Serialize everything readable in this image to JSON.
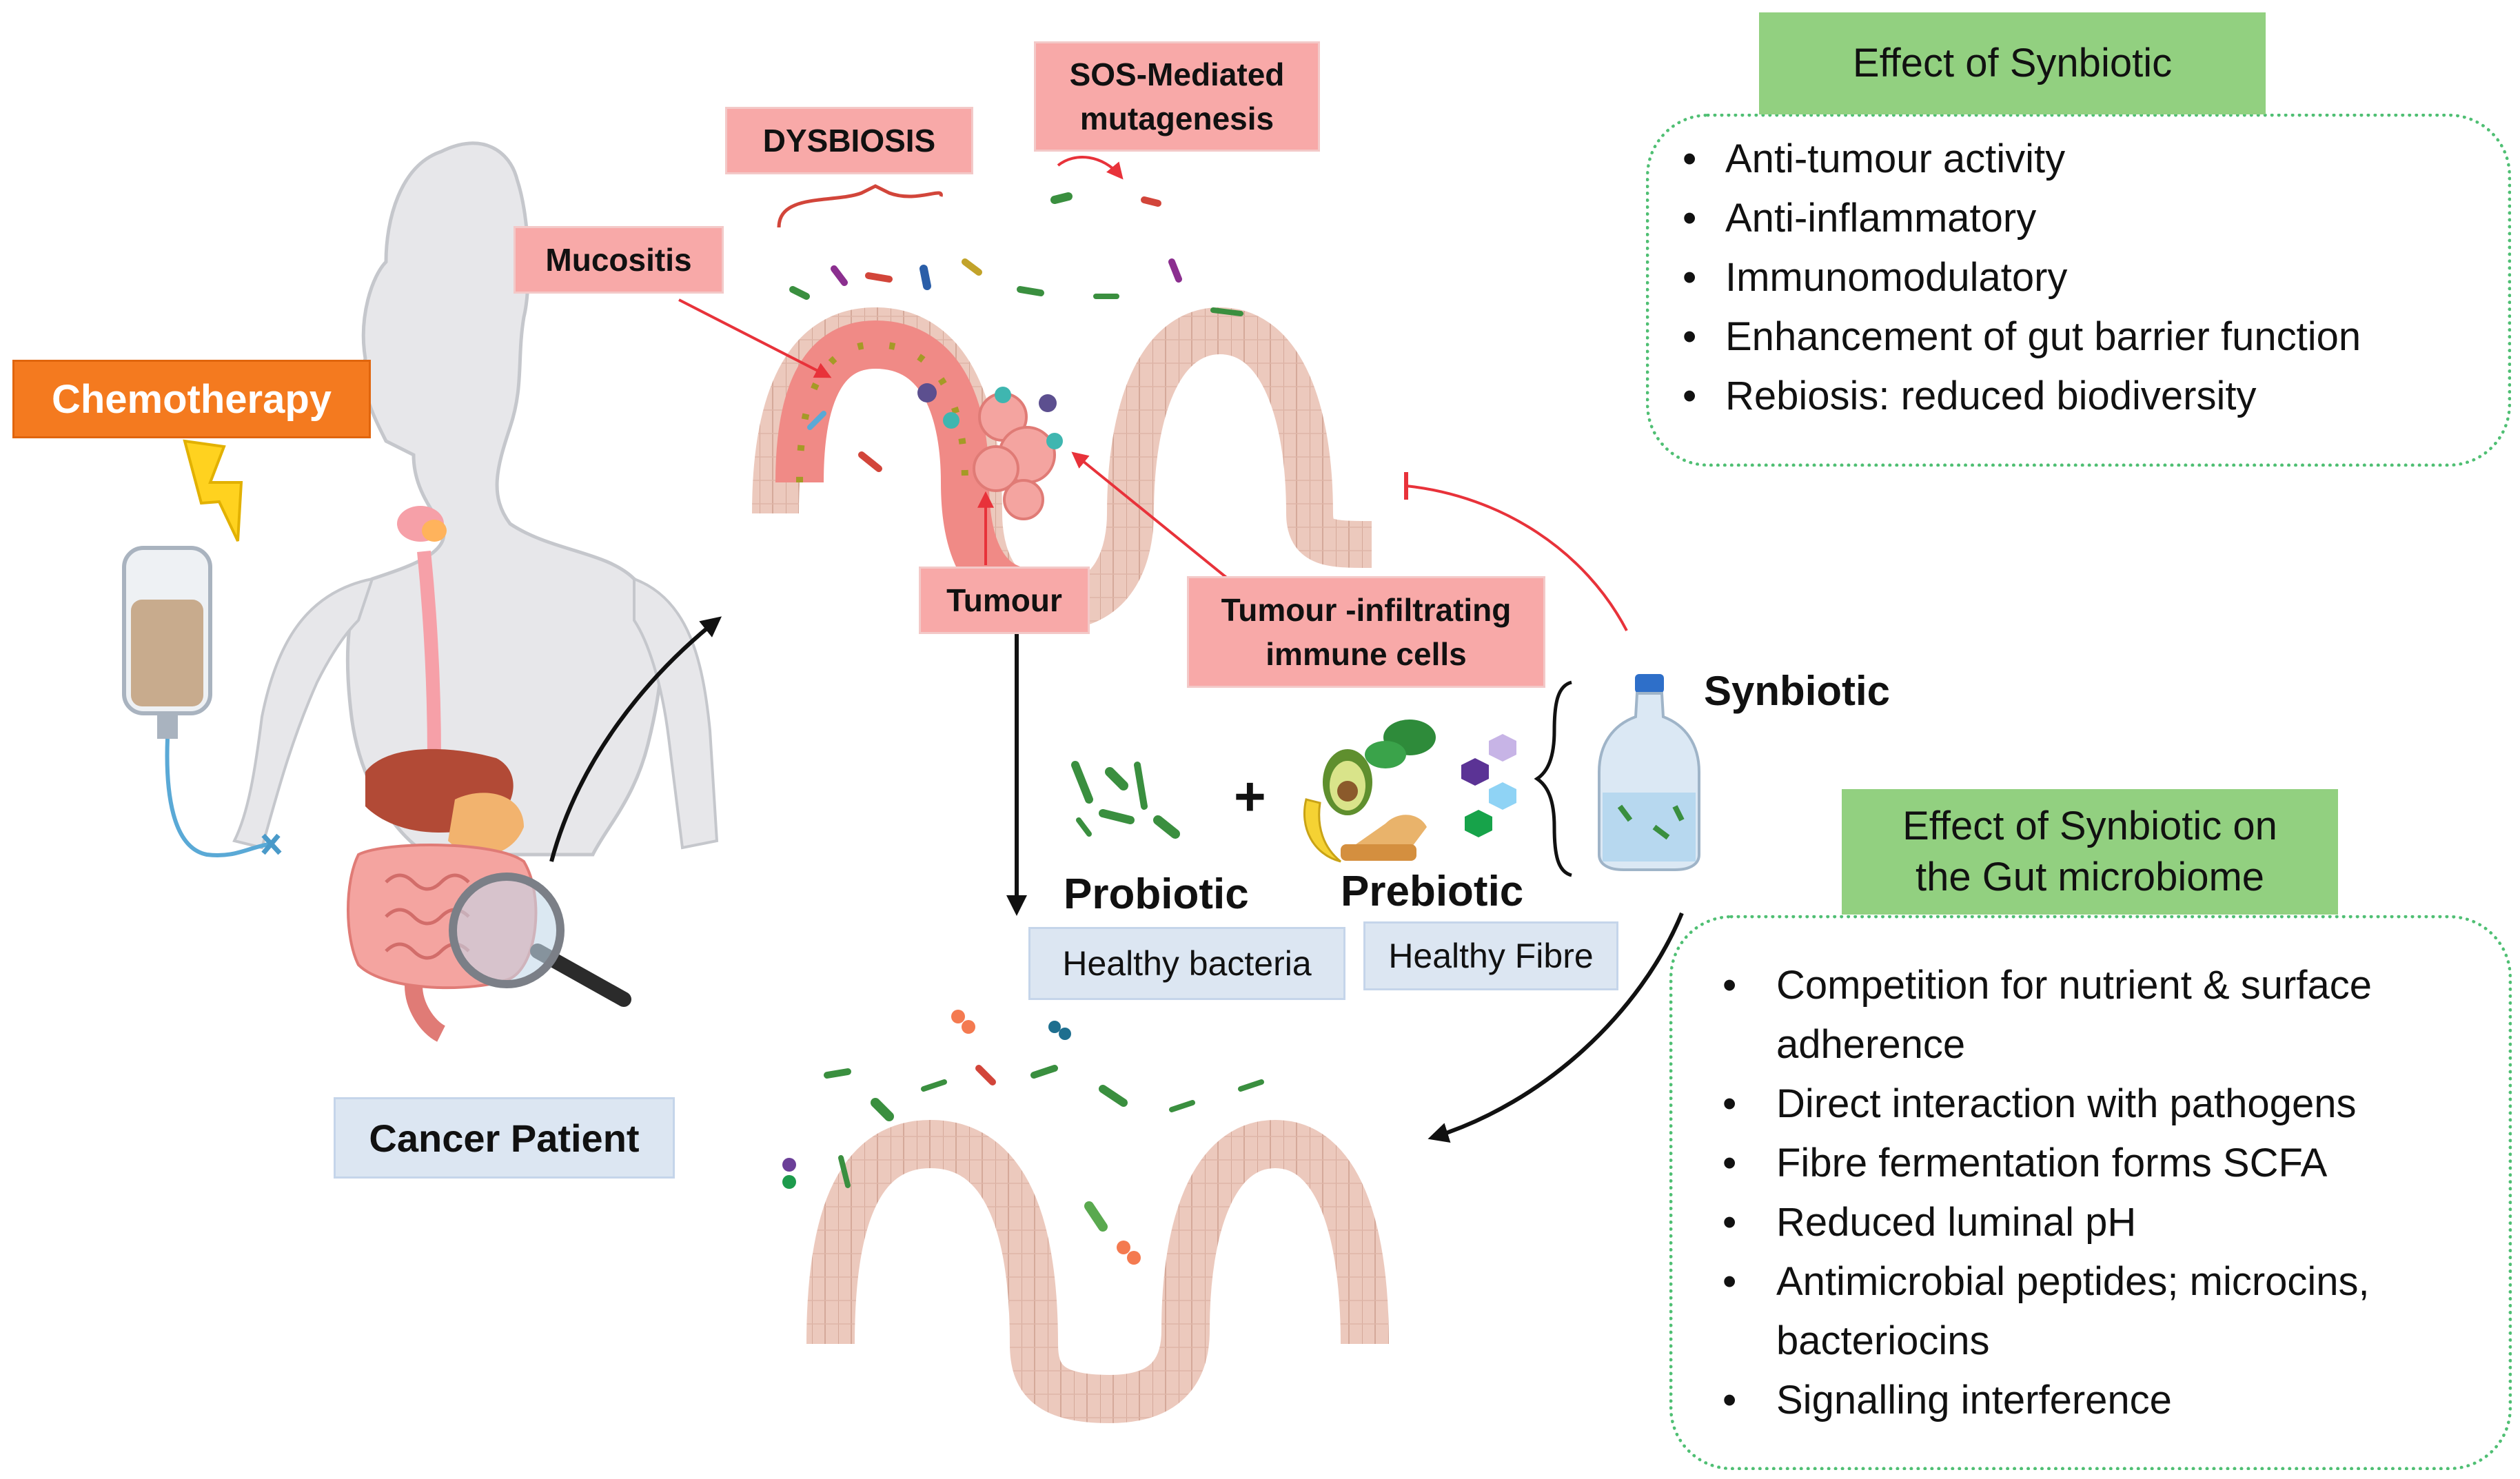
{
  "labels": {
    "chemotherapy": "Chemotherapy",
    "cancer_patient": "Cancer Patient",
    "mucositis": "Mucositis",
    "dysbiosis": "DYSBIOSIS",
    "sos_mutagenesis": "SOS-Mediated mutagenesis",
    "tumour": "Tumour",
    "tumour_immune": "Tumour -infiltrating immune cells",
    "synbiotic": "Synbiotic",
    "probiotic": "Probiotic",
    "prebiotic": "Prebiotic",
    "healthy_bacteria": "Healthy bacteria",
    "healthy_fibre": "Healthy Fibre",
    "plus": "+"
  },
  "effect_panel": {
    "title": "Effect of Synbiotic",
    "items": [
      "Anti-tumour activity",
      "Anti-inflammatory",
      "Immunomodulatory",
      "Enhancement of gut barrier function",
      "Rebiosis: reduced biodiversity"
    ]
  },
  "microbiome_panel": {
    "title": "Effect of Synbiotic on the Gut microbiome",
    "items": [
      "Competition for nutrient & surface adherence",
      "Direct interaction with pathogens",
      "Fibre fermentation forms SCFA",
      "Reduced luminal pH",
      "Antimicrobial peptides; microcins, bacteriocins",
      "Signalling interference"
    ]
  },
  "colors": {
    "label_pink": "#f8a9a8",
    "label_orange": "#f47a1f",
    "label_blue": "#dce6f2",
    "panel_green": "#92d080",
    "panel_border": "#4fbf73",
    "inflamed_tissue": "#f08a86",
    "healthy_tissue": "#ecc9bd",
    "arrow_red": "#e8323a"
  },
  "icons": [
    "lightning-icon",
    "iv-bag-icon",
    "human-body-icon",
    "magnifier-icon",
    "bottle-icon",
    "bacteria-icon",
    "avocado-icon",
    "spinach-icon",
    "banana-icon",
    "bread-icon",
    "hexagon-icon",
    "tumour-cells-icon",
    "immune-cell-icon"
  ]
}
